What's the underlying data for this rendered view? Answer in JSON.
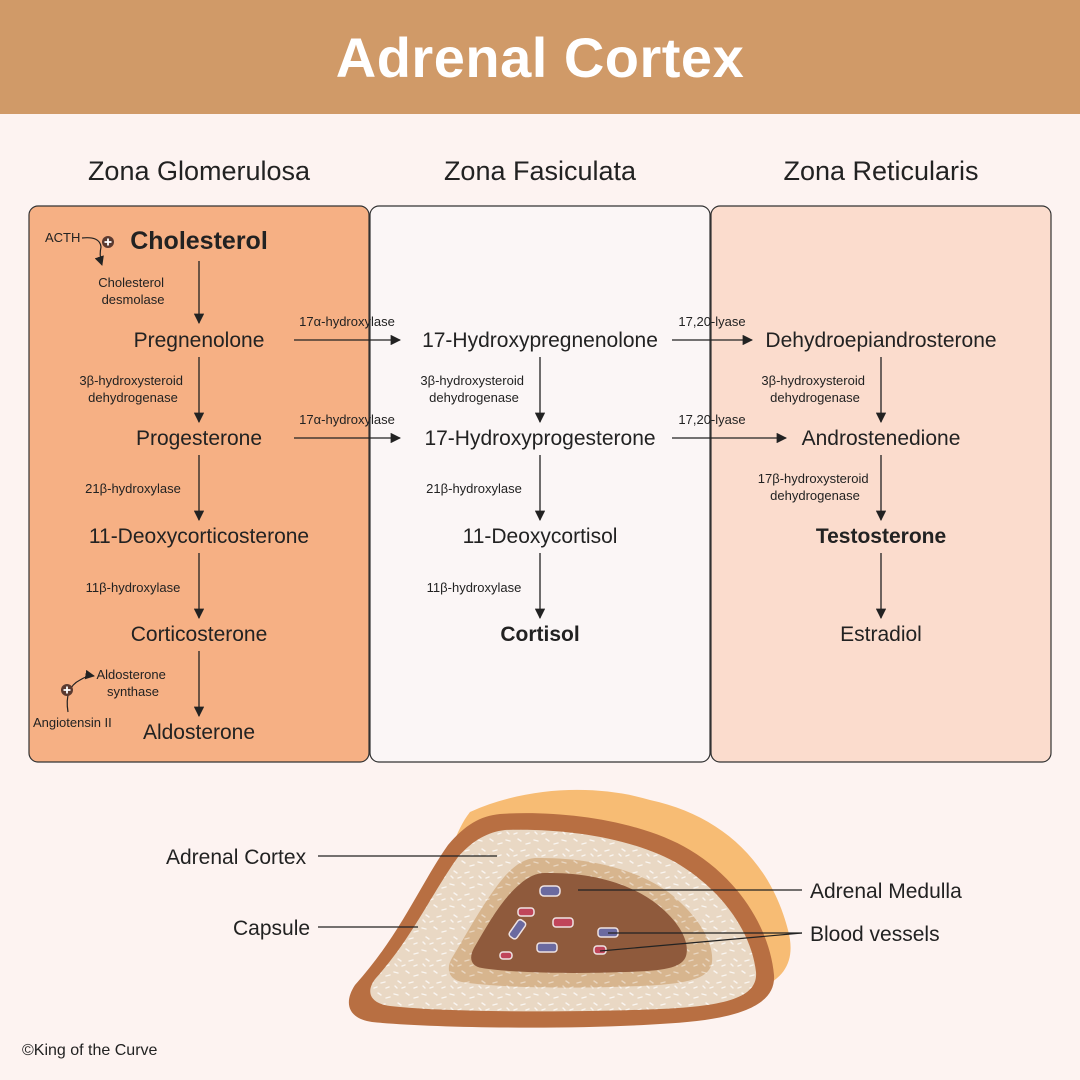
{
  "title": "Adrenal Cortex",
  "colors": {
    "header": "#d09a68",
    "background": "#fdf3f1",
    "glomerulosa": "#f6b084",
    "fasiculata": "#fbf6f6",
    "reticularis": "#fbdccd",
    "capsule": "#b86f42",
    "cortex": "#e9d8c4",
    "medulla": "#8f5a3c",
    "backdrop": "#f7bc74"
  },
  "zones": [
    {
      "name": "Zona Glomerulosa",
      "compounds": [
        "Cholesterol",
        "Pregnenolone",
        "Progesterone",
        "11-Deoxycorticosterone",
        "Corticosterone",
        "Aldosterone"
      ],
      "enzymes": [
        [
          "Cholesterol",
          "desmolase"
        ],
        [
          "3β-hydroxysteroid",
          "dehydrogenase"
        ],
        [
          "21β-hydroxylase"
        ],
        [
          "11β-hydroxylase"
        ],
        [
          "Aldosterone",
          "synthase"
        ]
      ],
      "regulators": [
        "ACTH",
        "Angiotensin II"
      ]
    },
    {
      "name": "Zona Fasiculata",
      "compounds": [
        "17-Hydroxypregnenolone",
        "17-Hydroxyprogesterone",
        "11-Deoxycortisol",
        "Cortisol"
      ],
      "enzymes": [
        [
          "3β-hydroxysteroid",
          "dehydrogenase"
        ],
        [
          "21β-hydroxylase"
        ],
        [
          "11β-hydroxylase"
        ]
      ]
    },
    {
      "name": "Zona Reticularis",
      "compounds": [
        "Dehydroepiandrosterone",
        "Androstenedione",
        "Testosterone",
        "Estradiol"
      ],
      "enzymes": [
        [
          "3β-hydroxysteroid",
          "dehydrogenase"
        ],
        [
          "17β-hydroxysteroid",
          "dehydrogenase"
        ]
      ]
    }
  ],
  "cross_enzymes": {
    "glom_to_fasc": [
      "17α-hydroxylase",
      "17α-hydroxylase"
    ],
    "fasc_to_ret": [
      "17,20-lyase",
      "17,20-lyase"
    ]
  },
  "anatomy": {
    "labels": [
      "Adrenal Cortex",
      "Capsule",
      "Adrenal Medulla",
      "Blood vessels"
    ]
  },
  "credit": "©King of the Curve"
}
